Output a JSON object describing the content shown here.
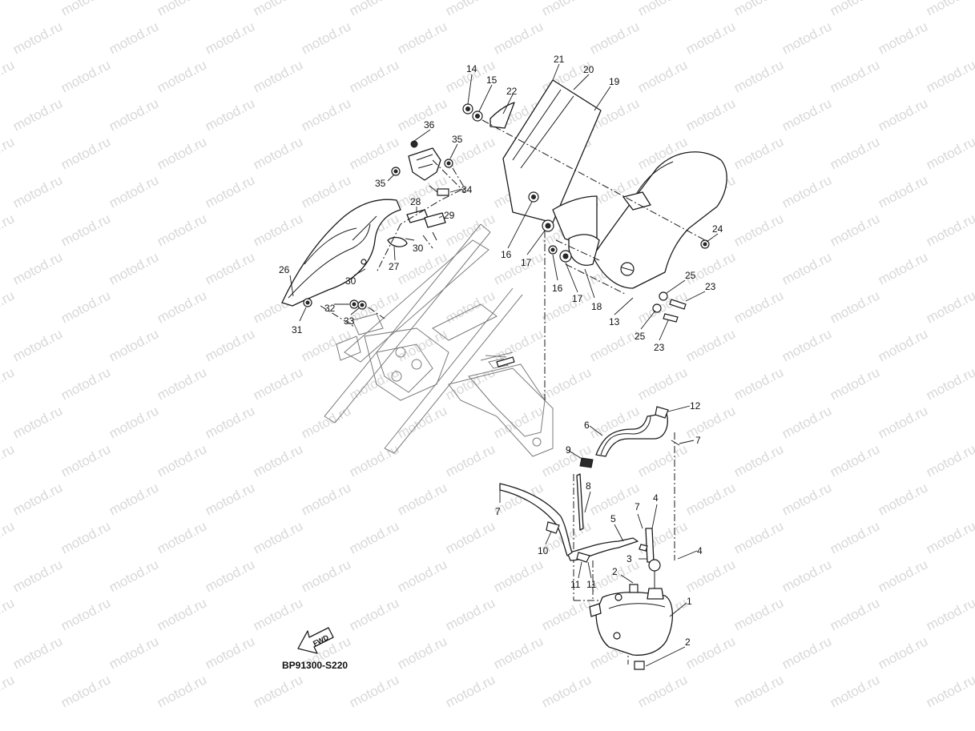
{
  "watermark": {
    "text": "motod.ru"
  },
  "diagram": {
    "code": "BP91300-S220",
    "fwd_label": "FWD",
    "callouts": [
      {
        "id": "c14",
        "text": "14"
      },
      {
        "id": "c15",
        "text": "15"
      },
      {
        "id": "c21",
        "text": "21"
      },
      {
        "id": "c20",
        "text": "20"
      },
      {
        "id": "c22",
        "text": "22"
      },
      {
        "id": "c19",
        "text": "19"
      },
      {
        "id": "c36",
        "text": "36"
      },
      {
        "id": "c35a",
        "text": "35"
      },
      {
        "id": "c35b",
        "text": "35"
      },
      {
        "id": "c34",
        "text": "34"
      },
      {
        "id": "c28",
        "text": "28"
      },
      {
        "id": "c29",
        "text": "29"
      },
      {
        "id": "c30a",
        "text": "30"
      },
      {
        "id": "c27",
        "text": "27"
      },
      {
        "id": "c26",
        "text": "26"
      },
      {
        "id": "c30b",
        "text": "30"
      },
      {
        "id": "c32",
        "text": "32"
      },
      {
        "id": "c33",
        "text": "33"
      },
      {
        "id": "c31",
        "text": "31"
      },
      {
        "id": "c16a",
        "text": "16"
      },
      {
        "id": "c17a",
        "text": "17"
      },
      {
        "id": "c16b",
        "text": "16"
      },
      {
        "id": "c17b",
        "text": "17"
      },
      {
        "id": "c18",
        "text": "18"
      },
      {
        "id": "c13",
        "text": "13"
      },
      {
        "id": "c24",
        "text": "24"
      },
      {
        "id": "c25a",
        "text": "25"
      },
      {
        "id": "c23a",
        "text": "23"
      },
      {
        "id": "c25b",
        "text": "25"
      },
      {
        "id": "c23b",
        "text": "23"
      },
      {
        "id": "c12",
        "text": "12"
      },
      {
        "id": "c6",
        "text": "6"
      },
      {
        "id": "c7a",
        "text": "7"
      },
      {
        "id": "c9",
        "text": "9"
      },
      {
        "id": "c8",
        "text": "8"
      },
      {
        "id": "c7b",
        "text": "7"
      },
      {
        "id": "c7c",
        "text": "7"
      },
      {
        "id": "c4a",
        "text": "4"
      },
      {
        "id": "c5",
        "text": "5"
      },
      {
        "id": "c10",
        "text": "10"
      },
      {
        "id": "c3",
        "text": "3"
      },
      {
        "id": "c4b",
        "text": "4"
      },
      {
        "id": "c11a",
        "text": "11"
      },
      {
        "id": "c11b",
        "text": "11"
      },
      {
        "id": "c2a",
        "text": "2"
      },
      {
        "id": "c1",
        "text": "1"
      },
      {
        "id": "c2b",
        "text": "2"
      }
    ]
  }
}
